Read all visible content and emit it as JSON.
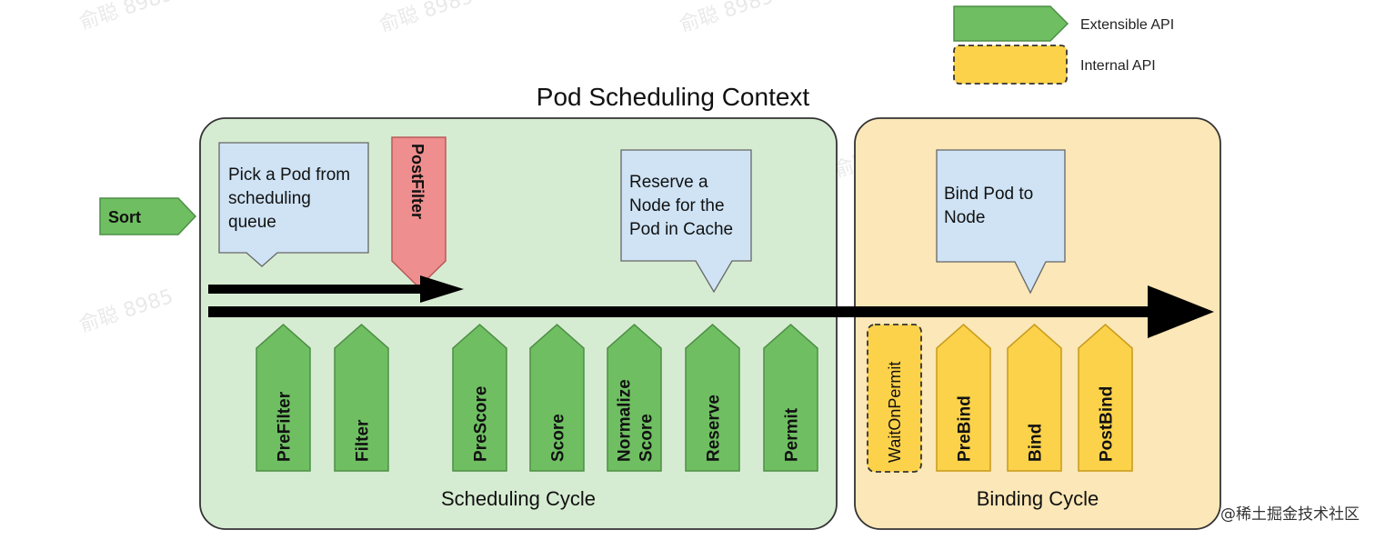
{
  "title": "Pod Scheduling Context",
  "legend": {
    "extensible": "Extensible API",
    "internal": "Internal API"
  },
  "sort": {
    "label": "Sort"
  },
  "callouts": {
    "pick": [
      "Pick a Pod from",
      "scheduling",
      "queue"
    ],
    "reserve": [
      "Reserve a",
      "Node for the",
      "Pod in Cache"
    ],
    "bind": [
      "Bind Pod to",
      "Node"
    ]
  },
  "postfilter": {
    "label": "PostFilter"
  },
  "scheduling": {
    "caption": "Scheduling Cycle",
    "steps": [
      {
        "id": "prefilter",
        "lines": [
          "PreFilter"
        ]
      },
      {
        "id": "filter",
        "lines": [
          "Filter"
        ]
      },
      {
        "id": "prescore",
        "lines": [
          "PreScore"
        ]
      },
      {
        "id": "score",
        "lines": [
          "Score"
        ]
      },
      {
        "id": "normalize-score",
        "lines": [
          "Normalize",
          "Score"
        ]
      },
      {
        "id": "reserve",
        "lines": [
          "Reserve"
        ]
      },
      {
        "id": "permit",
        "lines": [
          "Permit"
        ]
      }
    ]
  },
  "binding": {
    "caption": "Binding Cycle",
    "wait": {
      "label": "WaitOnPermit"
    },
    "steps": [
      {
        "id": "prebind",
        "lines": [
          "PreBind"
        ]
      },
      {
        "id": "bind",
        "lines": [
          "Bind"
        ]
      },
      {
        "id": "postbind",
        "lines": [
          "PostBind"
        ]
      }
    ]
  },
  "watermark": "俞聪 8985",
  "attribution": "@稀土掘金技术社区",
  "colors": {
    "green_fill": "#6fbf62",
    "green_stroke": "#4e8e46",
    "yellow_fill": "#fcd24a",
    "yellow_stroke": "#c79a1a",
    "red_fill": "#ef8e8e",
    "red_stroke": "#b85a5a",
    "callout_fill": "#cfe3f5",
    "callout_stroke": "#666666",
    "panel_green": "#d6ecd2",
    "panel_yellow": "#fbe7b7",
    "arrow": "#000000"
  }
}
